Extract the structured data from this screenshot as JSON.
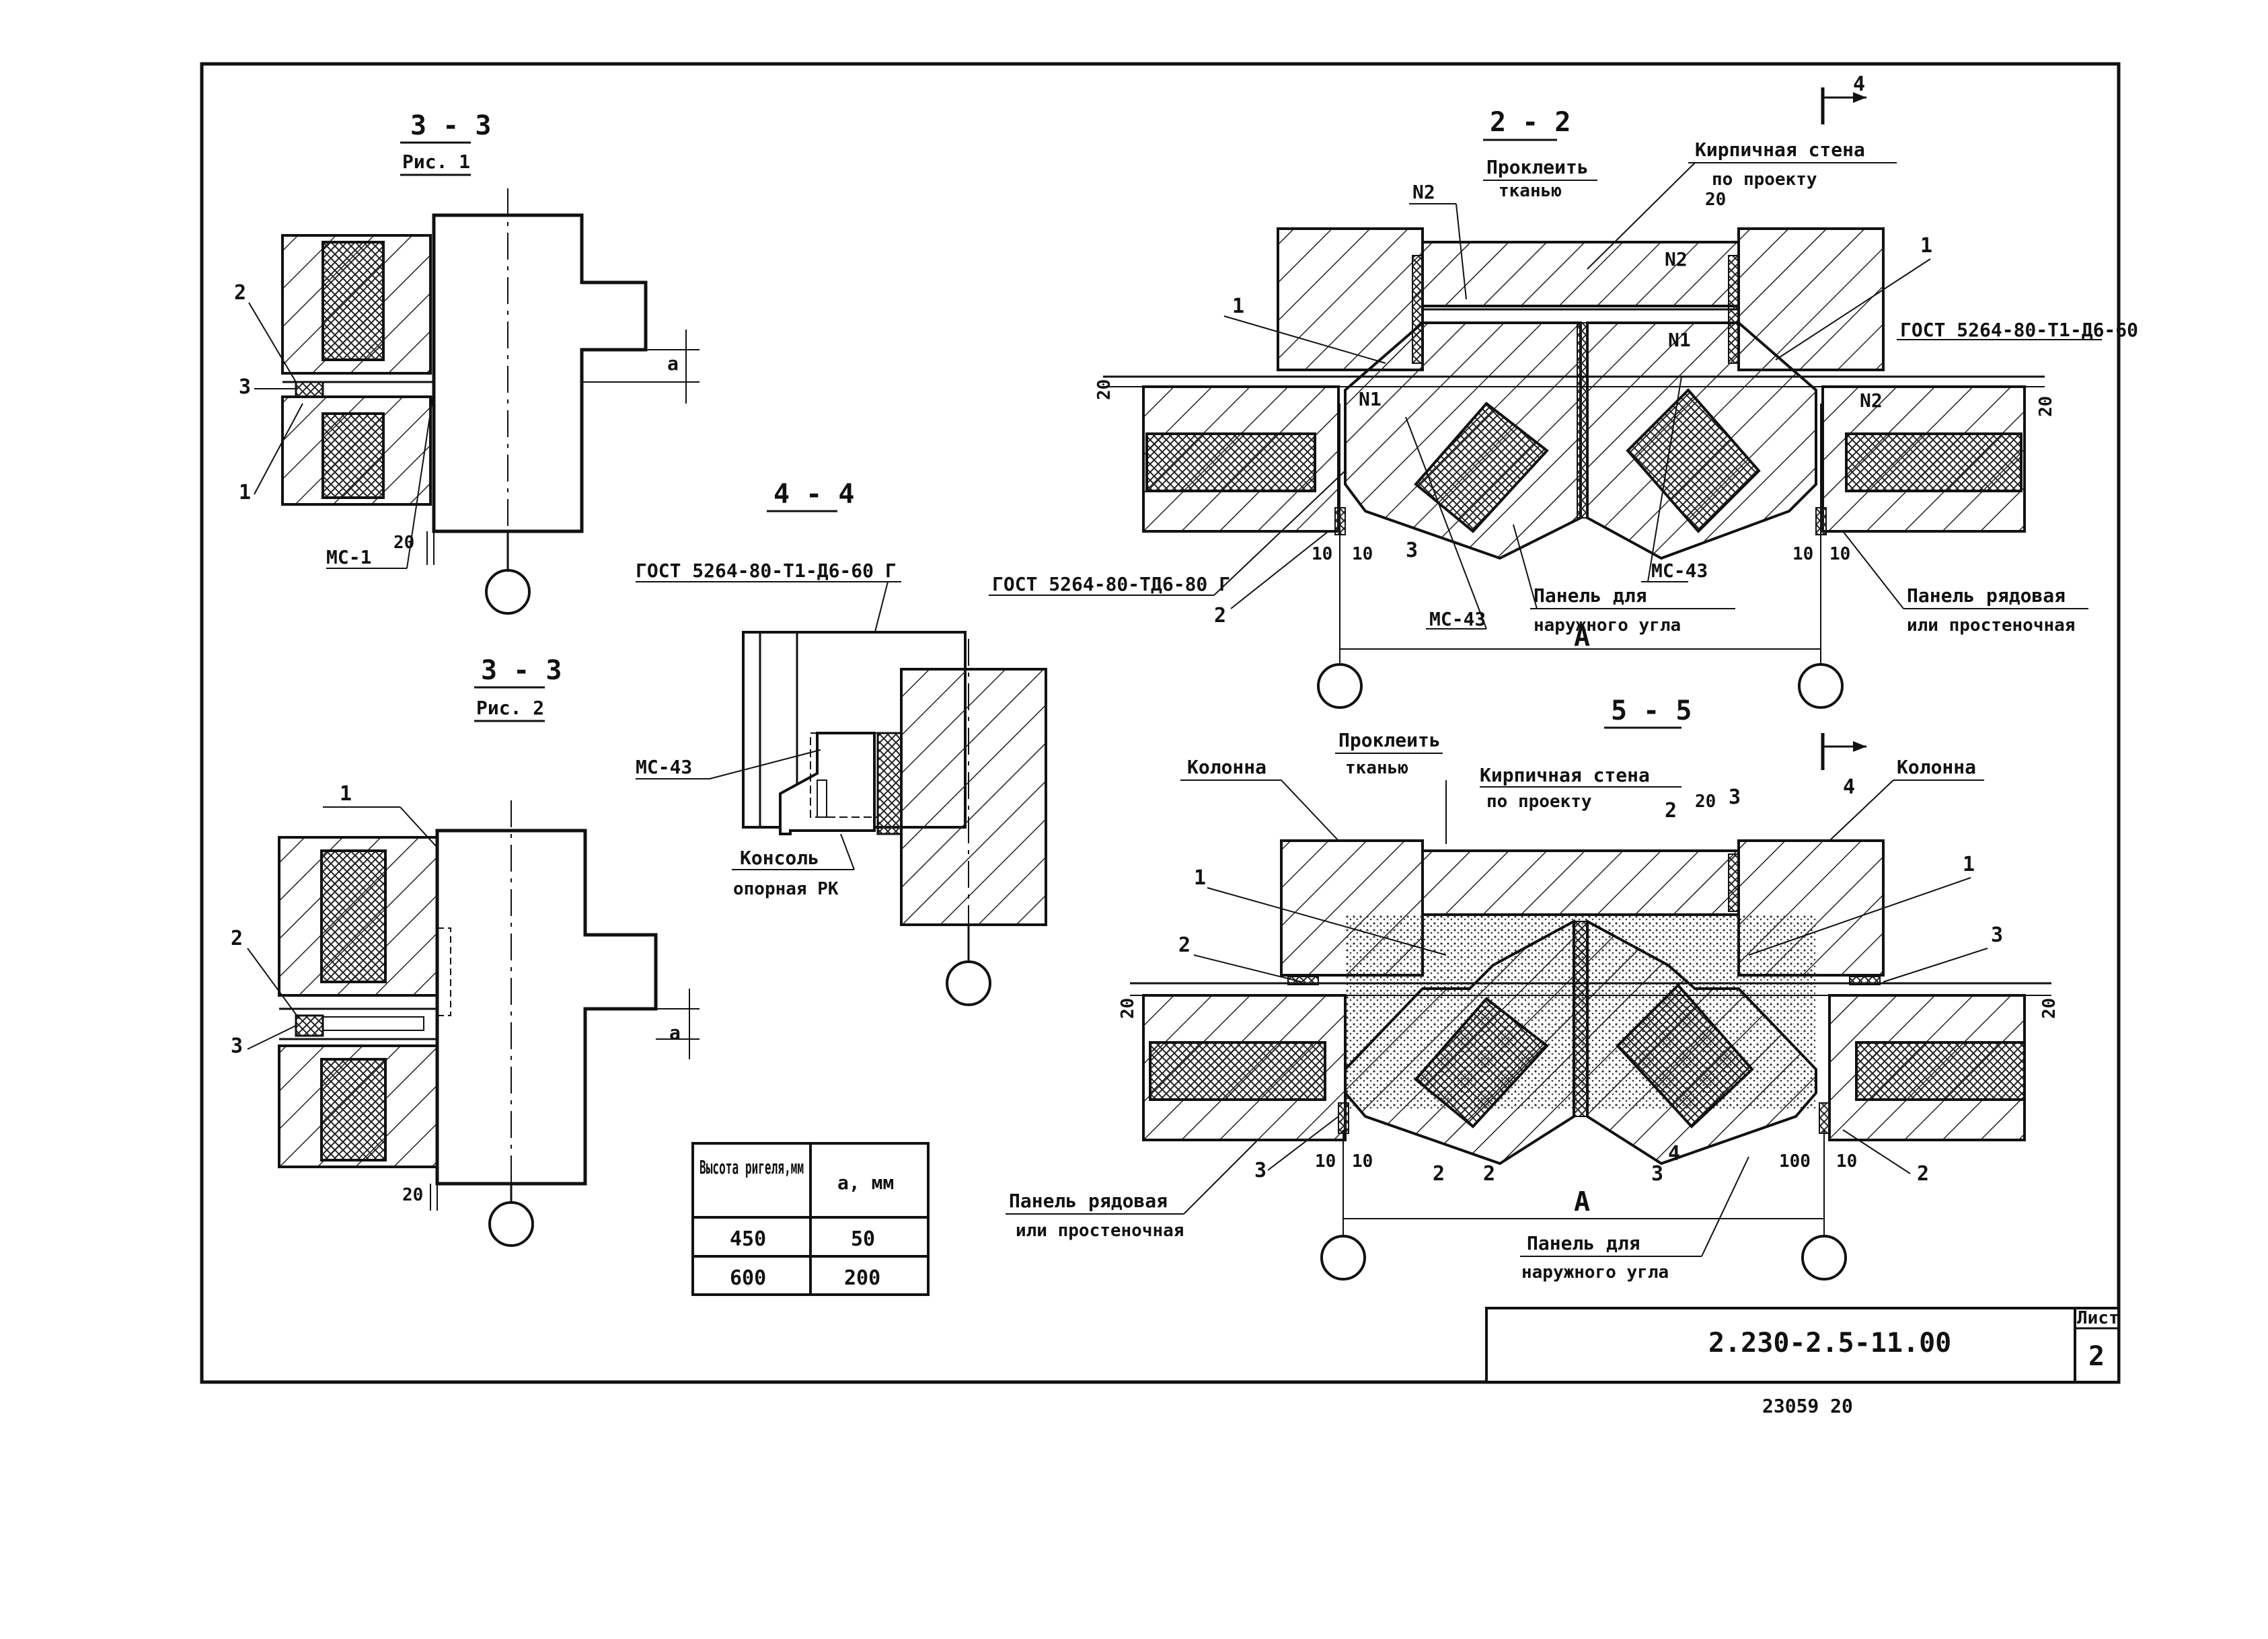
{
  "sections": {
    "s33a": {
      "title": "3 - 3",
      "subtitle": "Рис. 1"
    },
    "s44": {
      "title": "4 - 4"
    },
    "s33b": {
      "title": "3 - 3",
      "subtitle": "Рис. 2"
    },
    "s22": {
      "title": "2 - 2"
    },
    "s55": {
      "title": "5 - 5"
    }
  },
  "labels": {
    "mc1": "МС-1",
    "mc43": "МС-43",
    "gost_a": "ГОСТ 5264-80-Т1-Д6-60 Г",
    "gost_b": "ГОСТ 5264-80-Т1-Д6-60",
    "gost_c": "ГОСТ 5264-80-ТД6-80 Г",
    "console_1": "Консоль",
    "console_2": "опорная РК",
    "glue_1": "Проклеить",
    "glue_2": "тканью",
    "brick_1": "Кирпичная стена",
    "brick_2": "по проекту",
    "outer_1": "Панель для",
    "outer_2": "наружного угла",
    "row_1": "Панель рядовая",
    "row_2": "или простеночная",
    "column": "Колонна",
    "n1": "N1",
    "n2": "N2",
    "a": "А",
    "a_dim": "а",
    "section_mark": "4",
    "num_1": "1",
    "num_2": "2",
    "num_3": "3",
    "num_4": "4",
    "d10": "10",
    "d20": "20",
    "d100": "100"
  },
  "table": {
    "headers": [
      "Высота ригеля,мм",
      "а, мм"
    ],
    "rows": [
      [
        "450",
        "50"
      ],
      [
        "600",
        "200"
      ]
    ]
  },
  "title_block": {
    "code": "2.230-2.5-11.00",
    "sheet_label": "Лист",
    "sheet_no": "2",
    "footer": "23059  20"
  }
}
